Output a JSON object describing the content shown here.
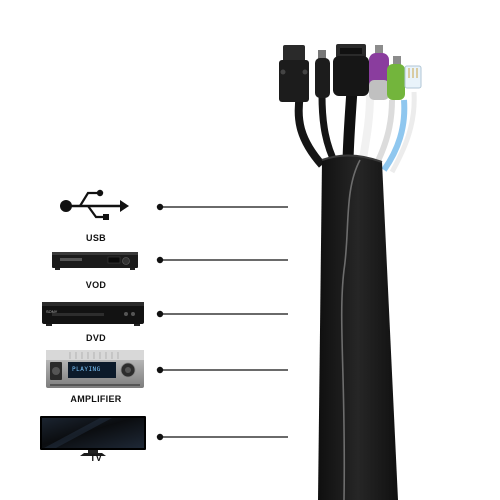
{
  "devices": [
    {
      "id": "usb",
      "label": "USB",
      "icon": "usb-icon"
    },
    {
      "id": "vod",
      "label": "VOD",
      "icon": "vod-player-icon"
    },
    {
      "id": "dvd",
      "label": "DVD",
      "icon": "dvd-player-icon"
    },
    {
      "id": "amplifier",
      "label": "AMPLIFIER",
      "icon": "amplifier-icon"
    },
    {
      "id": "tv",
      "label": "TV",
      "icon": "tv-icon"
    }
  ],
  "amplifier_display": "PLAYING",
  "dvd_brand": "SONY",
  "product": {
    "name": "cable-management-sleeve",
    "sleeve_color": "#1a1a1a"
  }
}
